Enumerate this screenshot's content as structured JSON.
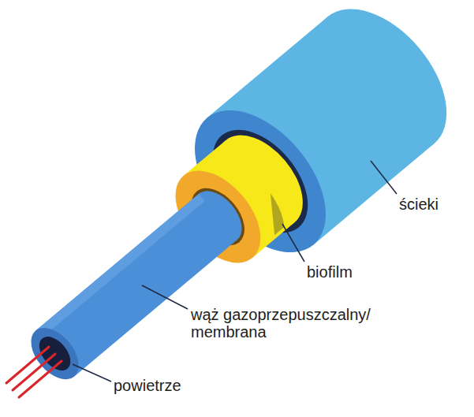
{
  "diagram": {
    "labels": [
      "ścieki",
      "biofilm",
      "wąż gazoprzepuszczalny/ membrana",
      "powietrze"
    ]
  }
}
